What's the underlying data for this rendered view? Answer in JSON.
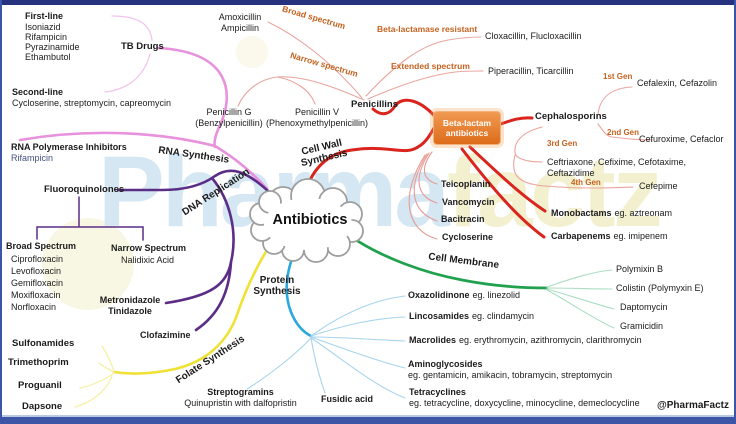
{
  "colors": {
    "frame": "#3c55a6",
    "frame_dark": "#27327f",
    "pink": "#e891dc",
    "pink_light": "#f3c4ec",
    "purple": "#5c2d87",
    "red": "#d9251d",
    "red_light": "#e69b95",
    "salmon": "#eaa49e",
    "orange": "#c4621f",
    "box_orange_top": "#f09a52",
    "box_orange_bottom": "#dd6c1b",
    "yellow": "#f0e135",
    "yellow_light": "#f7efa0",
    "cyan": "#2aa9de",
    "blue_light": "#a8d4ec",
    "green": "#21a14e",
    "green_light": "#aaddc1",
    "twitter": "#55acee",
    "watermark_blue": "#d5e7f3",
    "watermark_yellow": "#f3f0d0"
  },
  "center": {
    "label": "Antibiotics"
  },
  "branch_labels": {
    "cell_wall": "Cell Wall\nSynthesis",
    "rna": "RNA Synthesis",
    "dna": "DNA Replication",
    "folate": "Folate Synthesis",
    "protein": "Protein\nSynthesis",
    "membrane": "Cell Membrane"
  },
  "tb": {
    "node": "TB Drugs",
    "first_line_title": "First-line",
    "first_line_drugs": "Isoniazid\nRifampicin\nPyrazinamide\nEthambutol",
    "second_line_title": "Second-line",
    "second_line_drugs": "Cycloserine, streptomycin, capreomycin"
  },
  "rna_targets": {
    "rna_pol_title": "RNA Polymerase Inhibitors",
    "rna_pol_drug": "Rifampicin"
  },
  "dna_targets": {
    "fluoroquinolones": "Fluoroquinolones",
    "broad_title": "Broad Spectrum",
    "broad_drugs": "Ciprofloxacin\nLevofloxacin\nGemifloxacin\nMoxifloxacin\nNorfloxacin",
    "narrow_title": "Narrow Spectrum",
    "narrow_drug": "Nalidixic Acid",
    "metronidazole": "Metronidazole\nTinidazole",
    "clofazimine": "Clofazimine"
  },
  "folate_targets": {
    "sulfonamides": "Sulfonamides",
    "trimethoprim": "Trimethoprim",
    "proguanil": "Proguanil",
    "dapsone": "Dapsone"
  },
  "penicillins": {
    "node": "Penicillins",
    "amox": "Amoxicillin\nAmpicillin",
    "broad": "Broad spectrum",
    "narrow": "Narrow spectrum",
    "blr": "Beta-lactamase resistant",
    "ext": "Extended spectrum",
    "pen_g": "Penicillin G\n(Benzylpenicillin)",
    "pen_v": "Penicillin V\n(Phenoxymethylpenicillin)",
    "blr_drugs": "Cloxacillin, Flucloxacillin",
    "ext_drugs": "Piperacillin, Ticarcillin"
  },
  "beta_lactam": {
    "box": "Beta-lactam\nantibiotics",
    "cephalosporins": "Cephalosporins",
    "gen1": "1st Gen",
    "gen1_drugs": "Cefalexin, Cefazolin",
    "gen2": "2nd Gen",
    "gen2_drugs": "Cefuroxime, Cefaclor",
    "gen3": "3rd Gen",
    "gen3_drugs": "Ceftriaxone, Cefixime, Cefotaxime, Ceftazidime",
    "gen4": "4th Gen",
    "gen4_drugs": "Cefepime",
    "monobactams": "Monobactams",
    "monobactams_eg": "eg. aztreonam",
    "carbapenems": "Carbapenems",
    "carbapenems_eg": "eg. imipenem"
  },
  "cell_wall_targets": {
    "teicoplanin": "Teicoplanin",
    "vancomycin": "Vancomycin",
    "bacitracin": "Bacitracin",
    "cycloserine": "Cycloserine"
  },
  "membrane_targets": {
    "polymixin": "Polymixin B",
    "colistin": "Colistin (Polymyxin E)",
    "daptomycin": "Daptomycin",
    "gramicidin": "Gramicidin"
  },
  "protein_targets": {
    "oxazolidinone": "Oxazolidinone",
    "oxazolidinone_eg": "eg. linezolid",
    "lincosamides": "Lincosamides",
    "lincosamides_eg": "eg. clindamycin",
    "macrolides": "Macrolides",
    "macrolides_eg": "eg. erythromycin, azithromycin, clarithromycin",
    "aminoglycosides": "Aminoglycosides",
    "aminoglycosides_eg": "eg. gentamicin, amikacin, tobramycin, streptomycin",
    "tetracyclines": "Tetracyclines",
    "tetracyclines_eg": "eg. tetracycline, doxycycline, minocycline, demeclocycline",
    "streptogramins": "Streptogramins",
    "streptogramins_eg": "Quinupristin with dalfopristin",
    "fusidic": "Fusidic acid"
  },
  "watermark": {
    "left": "Pharma",
    "right": "factz"
  },
  "footer": {
    "handle": "@PharmaFactz",
    "icon": "twitter-bird"
  }
}
